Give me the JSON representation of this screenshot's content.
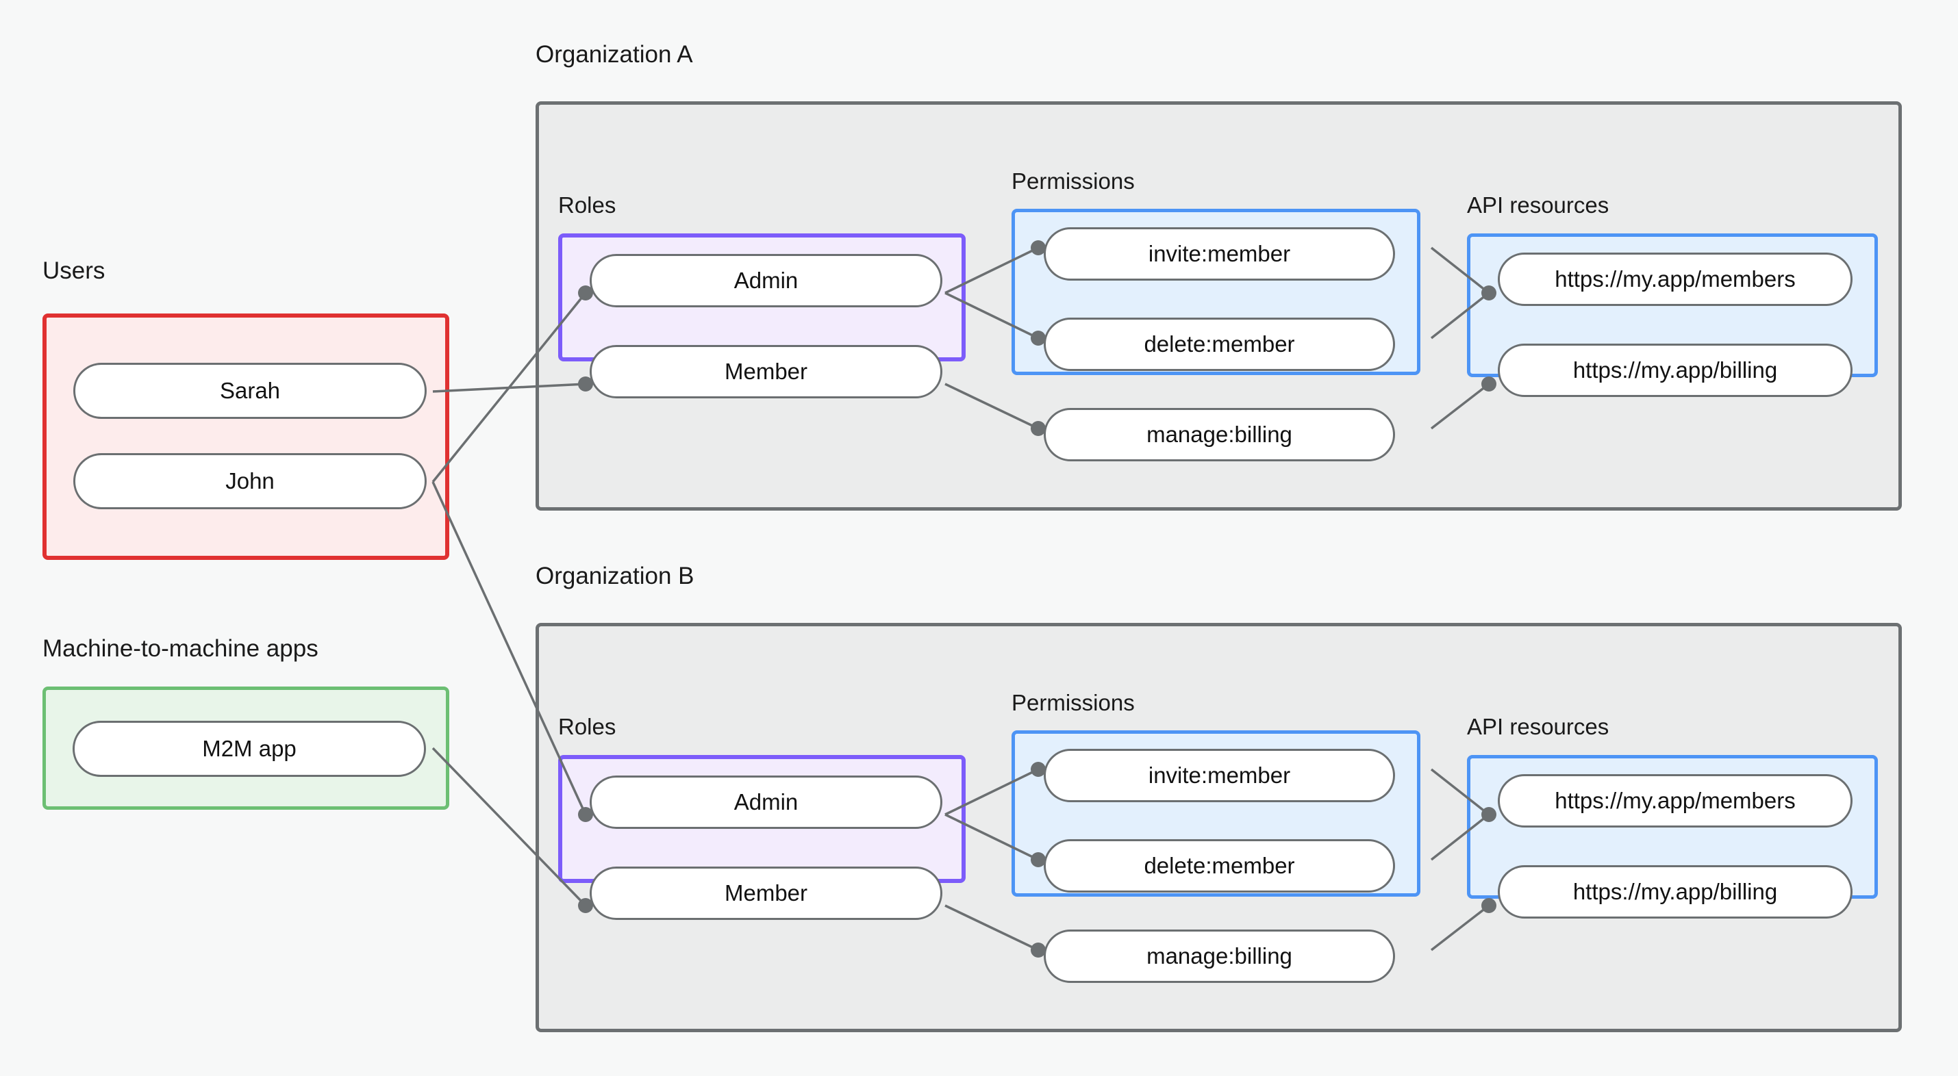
{
  "page": {
    "background": "#f7f8f8",
    "title": "Organizations, roles, permissions and API resources diagram"
  },
  "palette": {
    "users_border": "#e03131",
    "users_fill": "#fdecec",
    "m2m_border": "#6cbf73",
    "m2m_fill": "#e8f5e9",
    "org_border": "#6c7072",
    "org_fill": "#ebecec",
    "roles_border": "#7c5cfa",
    "roles_fill": "#f3ecfd",
    "permissions_border": "#4d94f5",
    "permissions_fill": "#e3f0fd",
    "api_border": "#4d94f5",
    "api_fill": "#e3f0fd",
    "node_border": "#6b6f71",
    "node_fill": "#ffffff",
    "edge": "#6b6f71",
    "text": "#1a1a1a"
  },
  "left_column": {
    "users": {
      "caption": "Users",
      "items": [
        {
          "label": "Sarah"
        },
        {
          "label": "John"
        }
      ]
    },
    "m2m": {
      "caption": "Machine-to-machine apps",
      "items": [
        {
          "label": "M2M app"
        }
      ]
    }
  },
  "organizations": [
    {
      "caption": "Organization A",
      "roles": {
        "caption": "Roles",
        "items": [
          {
            "label": "Admin"
          },
          {
            "label": "Member"
          }
        ]
      },
      "permissions": {
        "caption": "Permissions",
        "items": [
          {
            "label": "invite:member"
          },
          {
            "label": "delete:member"
          },
          {
            "label": "manage:billing"
          }
        ]
      },
      "api_resources": {
        "caption": "API resources",
        "items": [
          {
            "label": "https://my.app/members"
          },
          {
            "label": "https://my.app/billing"
          }
        ]
      }
    },
    {
      "caption": "Organization B",
      "roles": {
        "caption": "Roles",
        "items": [
          {
            "label": "Admin"
          },
          {
            "label": "Member"
          }
        ]
      },
      "permissions": {
        "caption": "Permissions",
        "items": [
          {
            "label": "invite:member"
          },
          {
            "label": "delete:member"
          },
          {
            "label": "manage:billing"
          }
        ]
      },
      "api_resources": {
        "caption": "API resources",
        "items": [
          {
            "label": "https://my.app/members"
          },
          {
            "label": "https://my.app/billing"
          }
        ]
      }
    }
  ],
  "connections": [
    {
      "from": "Sarah",
      "to": "Organization A / Member"
    },
    {
      "from": "John",
      "to": "Organization A / Admin"
    },
    {
      "from": "John",
      "to": "Organization B / Admin"
    },
    {
      "from": "M2M app",
      "to": "Organization B / Member"
    },
    {
      "from": "Organization A / Admin",
      "to": "Organization A / invite:member"
    },
    {
      "from": "Organization A / Admin",
      "to": "Organization A / delete:member"
    },
    {
      "from": "Organization A / Member",
      "to": "Organization A / manage:billing"
    },
    {
      "from": "Organization A / invite:member",
      "to": "Organization A / https://my.app/members"
    },
    {
      "from": "Organization A / delete:member",
      "to": "Organization A / https://my.app/members"
    },
    {
      "from": "Organization A / manage:billing",
      "to": "Organization A / https://my.app/billing"
    },
    {
      "from": "Organization B / Admin",
      "to": "Organization B / invite:member"
    },
    {
      "from": "Organization B / Admin",
      "to": "Organization B / delete:member"
    },
    {
      "from": "Organization B / Member",
      "to": "Organization B / manage:billing"
    },
    {
      "from": "Organization B / invite:member",
      "to": "Organization B / https://my.app/members"
    },
    {
      "from": "Organization B / delete:member",
      "to": "Organization B / https://my.app/members"
    },
    {
      "from": "Organization B / manage:billing",
      "to": "Organization B / https://my.app/billing"
    }
  ]
}
